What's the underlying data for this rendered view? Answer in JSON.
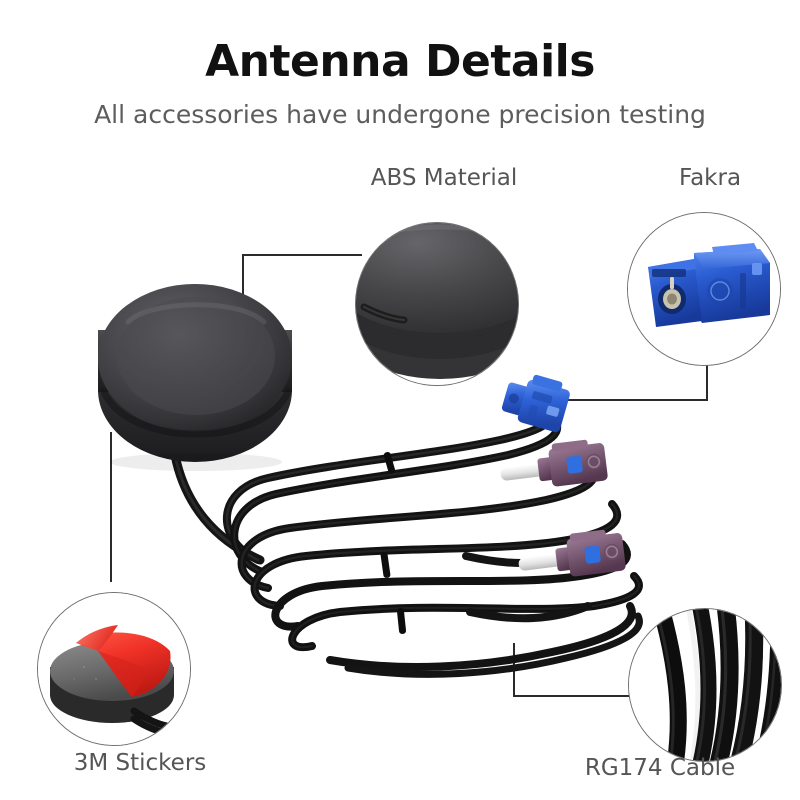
{
  "header": {
    "title": "Antenna Details",
    "subtitle": "All accessories have undergone precision testing"
  },
  "callouts": [
    {
      "id": "abs-material",
      "label": "ABS Material",
      "depicts": "close-up of dark gray ABS plastic antenna dome housing",
      "position": "top-center"
    },
    {
      "id": "fakra",
      "label": "Fakra",
      "depicts": "blue Fakra code-C coaxial connector close-up",
      "position": "top-right"
    },
    {
      "id": "3m-stickers",
      "label": "3M Stickers",
      "depicts": "antenna base underside with red 3M adhesive liner peeled back",
      "position": "bottom-left"
    },
    {
      "id": "rg174-cable",
      "label": "RG174 Cable",
      "depicts": "close-up of coiled black RG174 coaxial cable",
      "position": "bottom-right"
    }
  ],
  "product": {
    "name": "puck-antenna",
    "parts": [
      {
        "name": "antenna-dome",
        "color": "#3a3a3c"
      },
      {
        "name": "fakra-connector-blue",
        "color": "#2f63d8"
      },
      {
        "name": "fakra-connector-purple-1",
        "color": "#7b5b75"
      },
      {
        "name": "fakra-connector-purple-2",
        "color": "#7b5b75"
      },
      {
        "name": "coax-cable",
        "color": "#1b1b1b"
      },
      {
        "name": "adhesive-liner",
        "color": "#f03228"
      }
    ]
  },
  "colors": {
    "background": "#ffffff",
    "title": "#111111",
    "subtitle": "#5d5d5d",
    "label": "#555555",
    "leader_line": "#2b2b2b",
    "inset_border": "#6e6e6e",
    "antenna_body": "#3a3a3c",
    "fakra_blue": "#2f63d8",
    "fakra_purple": "#7b5b75",
    "fakra_button_blue": "#2f6fe0",
    "adhesive_red": "#f03228",
    "cable_black": "#1b1b1b"
  }
}
